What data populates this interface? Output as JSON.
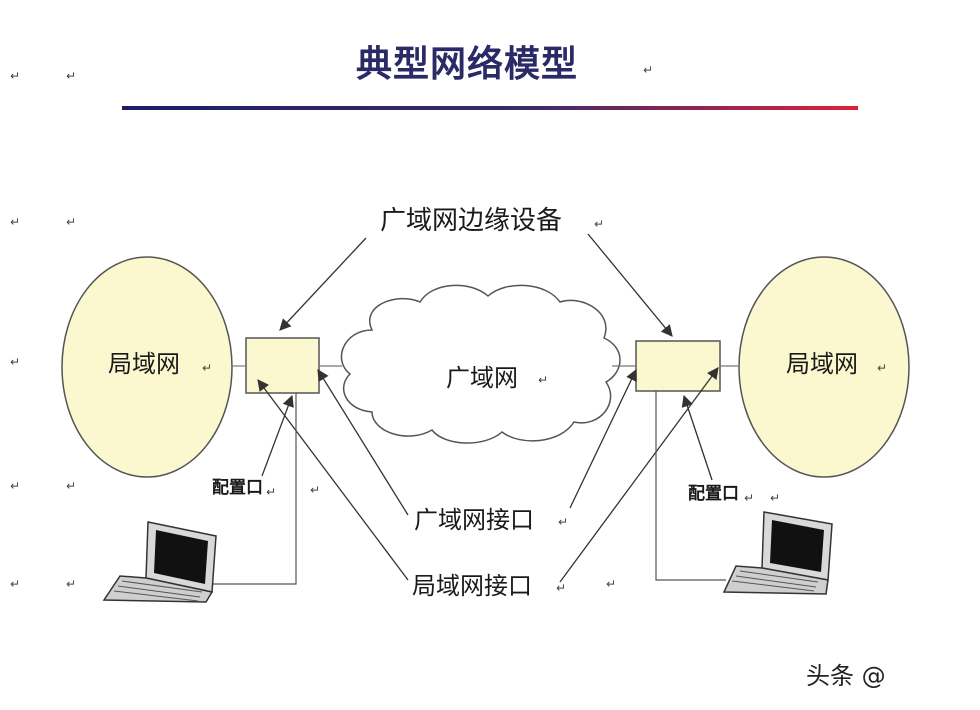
{
  "title": "典型网络模型",
  "labels": {
    "lan_left": "局域网",
    "lan_right": "局域网",
    "wan": "广域网",
    "wan_edge_device": "广域网边缘设备",
    "wan_interface": "广域网接口",
    "lan_interface": "局域网接口",
    "config_port_left": "配置口",
    "config_port_right": "配置口"
  },
  "paragraph_mark": "↵",
  "watermark": "头条 @",
  "colors": {
    "lan_fill": "#fbf7cf",
    "device_fill": "#fbf7cf",
    "title_text": "#2a2a66",
    "rule_left": "#1e1e66",
    "rule_right": "#e0203a"
  }
}
